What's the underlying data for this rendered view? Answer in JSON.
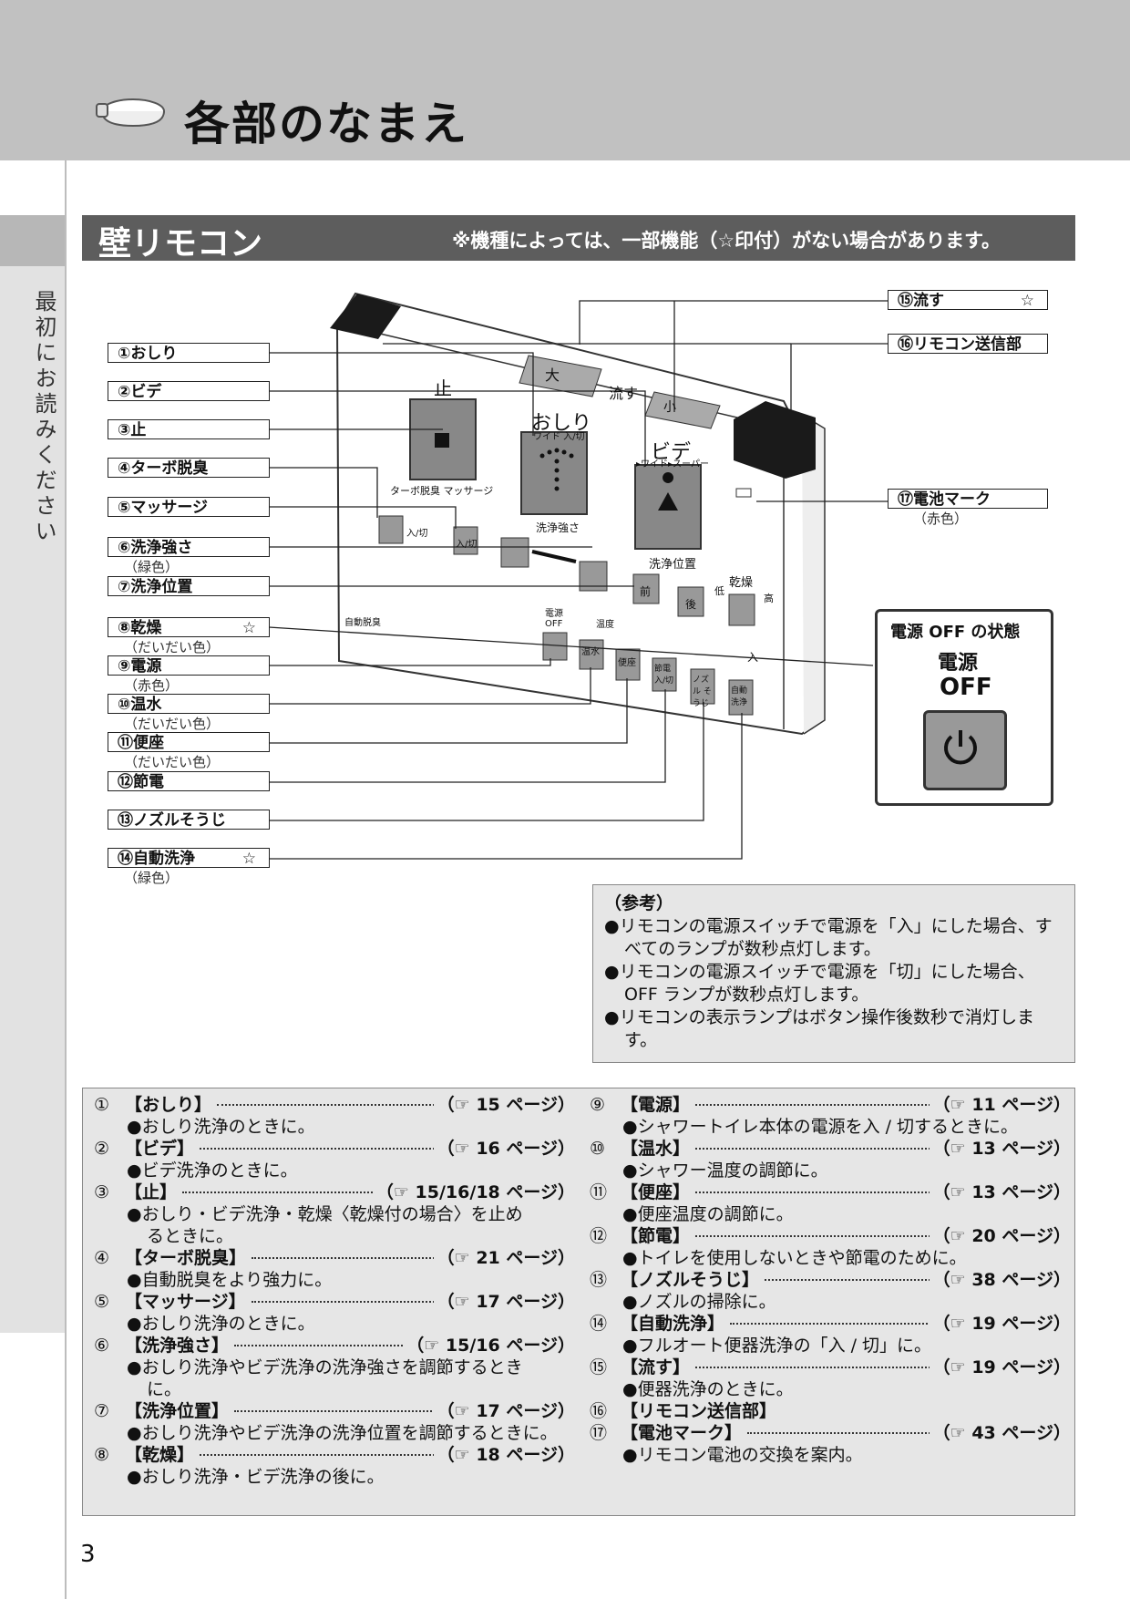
{
  "header": {
    "title": "各部のなまえ",
    "icon": "toilet-seat-icon"
  },
  "sidebar": {
    "text": "最初にお読みください"
  },
  "section": {
    "title": "壁リモコン",
    "note": "※機種によっては、一部機能（☆印付）がない場合があります。"
  },
  "labels": [
    {
      "text": "①おしり",
      "star": "",
      "sub": ""
    },
    {
      "text": "②ビデ",
      "star": "",
      "sub": ""
    },
    {
      "text": "③止",
      "star": "",
      "sub": ""
    },
    {
      "text": "④ターボ脱臭",
      "star": "",
      "sub": ""
    },
    {
      "text": "⑤マッサージ",
      "star": "",
      "sub": ""
    },
    {
      "text": "⑥洗浄強さ",
      "star": "",
      "sub": "（緑色）"
    },
    {
      "text": "⑦洗浄位置",
      "star": "",
      "sub": ""
    },
    {
      "text": "⑧乾燥",
      "star": "☆",
      "sub": "（だいだい色）"
    },
    {
      "text": "⑨電源",
      "star": "",
      "sub": "（赤色）"
    },
    {
      "text": "⑩温水",
      "star": "",
      "sub": "（だいだい色）"
    },
    {
      "text": "⑪便座",
      "star": "",
      "sub": "（だいだい色）"
    },
    {
      "text": "⑫節電",
      "star": "",
      "sub": ""
    },
    {
      "text": "⑬ノズルそうじ",
      "star": "",
      "sub": ""
    },
    {
      "text": "⑭自動洗浄",
      "star": "☆",
      "sub": "（緑色）"
    }
  ],
  "right_labels": [
    {
      "text": "⑮流す",
      "star": "☆",
      "sub": ""
    },
    {
      "text": "⑯リモコン送信部",
      "star": "",
      "sub": ""
    },
    {
      "text": "⑰電池マーク",
      "star": "",
      "sub": "（赤色）"
    }
  ],
  "remote": {
    "stop": "止",
    "oshiri": "おしり",
    "oshiri_sub": "ワイド 入/切",
    "bidet": "ビデ",
    "bidet_sub": "▸ワイド▸スーパー",
    "daisho": "大",
    "nagasu": "流す",
    "sho": "小",
    "turbo_massage": "ターボ脱臭 マッサージ",
    "onoff": "入/切",
    "strength": "洗浄強さ",
    "position": "洗浄位置",
    "mae": "前",
    "ushiro": "後",
    "dry": "乾燥",
    "low": "低",
    "high": "高",
    "power_off": "電源 OFF",
    "temp": "温度",
    "jido_dasshu": "自動脱臭",
    "btn_warm": "温水",
    "btn_seat": "便座",
    "btn_save": "節電 入/切",
    "btn_nozzle": "ノズル そうじ",
    "btn_auto": "自動 洗浄",
    "iri": "入"
  },
  "power_callout": {
    "title": "電源 OFF の状態",
    "word": "電源",
    "off": "OFF"
  },
  "reference": {
    "title": "（参考）",
    "items": [
      "●リモコンの電源スイッチで電源を「入」にした場合、すべてのランプが数秒点灯します。",
      "●リモコンの電源スイッチで電源を「切」にした場合、OFF ランプが数秒点灯します。",
      "●リモコンの表示ランプはボタン操作後数秒で消灯します。"
    ]
  },
  "legend_left": [
    {
      "num": "①",
      "name": "【おしり】",
      "page": "（☞ 15 ページ）",
      "desc": [
        "●おしり洗浄のときに。"
      ]
    },
    {
      "num": "②",
      "name": "【ビデ】",
      "page": "（☞ 16 ページ）",
      "desc": [
        "●ビデ洗浄のときに。"
      ]
    },
    {
      "num": "③",
      "name": "【止】",
      "page": "（☞ 15/16/18 ページ）",
      "desc": [
        "●おしり・ビデ洗浄・乾燥〈乾燥付の場合〉を止め",
        "るときに。"
      ]
    },
    {
      "num": "④",
      "name": "【ターボ脱臭】",
      "page": "（☞ 21 ページ）",
      "desc": [
        "●自動脱臭をより強力に。"
      ]
    },
    {
      "num": "⑤",
      "name": "【マッサージ】",
      "page": "（☞ 17 ページ）",
      "desc": [
        "●おしり洗浄のときに。"
      ]
    },
    {
      "num": "⑥",
      "name": "【洗浄強さ】",
      "page": "（☞ 15/16 ページ）",
      "desc": [
        "●おしり洗浄やビデ洗浄の洗浄強さを調節するとき",
        "に。"
      ]
    },
    {
      "num": "⑦",
      "name": "【洗浄位置】",
      "page": "（☞ 17 ページ）",
      "desc": [
        "●おしり洗浄やビデ洗浄の洗浄位置を調節するときに。"
      ]
    },
    {
      "num": "⑧",
      "name": "【乾燥】",
      "page": "（☞ 18 ページ）",
      "desc": [
        "●おしり洗浄・ビデ洗浄の後に。"
      ]
    }
  ],
  "legend_right": [
    {
      "num": "⑨",
      "name": "【電源】",
      "page": "（☞ 11 ページ）",
      "desc": [
        "●シャワートイレ本体の電源を入 / 切するときに。"
      ]
    },
    {
      "num": "⑩",
      "name": "【温水】",
      "page": "（☞ 13 ページ）",
      "desc": [
        "●シャワー温度の調節に。"
      ]
    },
    {
      "num": "⑪",
      "name": "【便座】",
      "page": "（☞ 13 ページ）",
      "desc": [
        "●便座温度の調節に。"
      ]
    },
    {
      "num": "⑫",
      "name": "【節電】",
      "page": "（☞ 20 ページ）",
      "desc": [
        "●トイレを使用しないときや節電のために。"
      ]
    },
    {
      "num": "⑬",
      "name": "【ノズルそうじ】",
      "page": "（☞ 38 ページ）",
      "desc": [
        "●ノズルの掃除に。"
      ]
    },
    {
      "num": "⑭",
      "name": "【自動洗浄】",
      "page": "（☞ 19 ページ）",
      "desc": [
        "●フルオート便器洗浄の「入 / 切」に。"
      ]
    },
    {
      "num": "⑮",
      "name": "【流す】",
      "page": "（☞ 19 ページ）",
      "desc": [
        "●便器洗浄のときに。"
      ]
    },
    {
      "num": "⑯",
      "name": "【リモコン送信部】",
      "page": "",
      "desc": []
    },
    {
      "num": "⑰",
      "name": "【電池マーク】",
      "page": "（☞ 43 ページ）",
      "desc": [
        "●リモコン電池の交換を案内。"
      ]
    }
  ],
  "page_number": "3"
}
